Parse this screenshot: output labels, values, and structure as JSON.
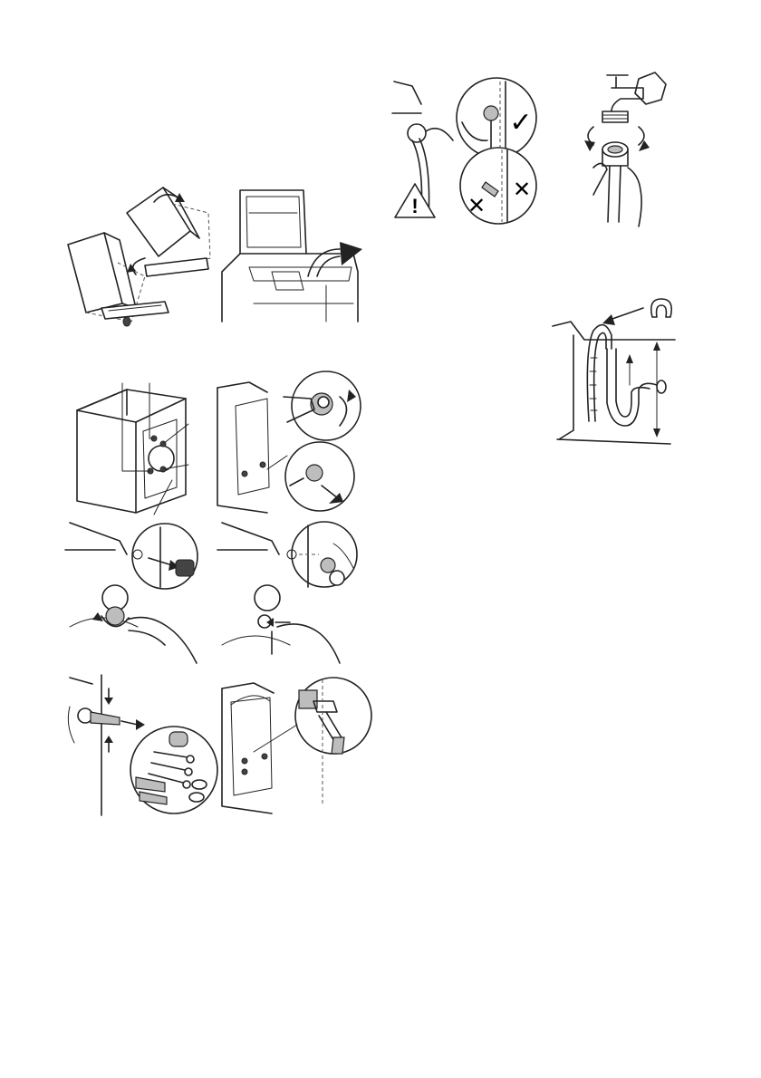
{
  "document": {
    "type": "installation-illustrations",
    "figures": [
      {
        "id": "remove-packaging",
        "icon": "tilt-appliance-remove-base"
      },
      {
        "id": "open-lid-remove-polystyrene",
        "icon": "lid-open-remove-packing"
      },
      {
        "id": "rear-transit-bolts",
        "icon": "rear-panel-bolts-callouts"
      },
      {
        "id": "unscrew-bolts",
        "icon": "spanner-unscrew-bolt"
      },
      {
        "id": "pull-spacer",
        "icon": "pull-plastic-spacer"
      },
      {
        "id": "insert-caps",
        "icon": "insert-plastic-caps"
      },
      {
        "id": "remove-bolt-assembly",
        "icon": "bolt-assembly-kit"
      },
      {
        "id": "cut-hook",
        "icon": "cut-plastic-hook"
      },
      {
        "id": "inlet-hose-orientation",
        "icon": "inlet-hose-correct-incorrect"
      },
      {
        "id": "tap-connection",
        "icon": "tap-hose-connection"
      },
      {
        "id": "drain-hose-height",
        "icon": "drain-hose-siphon"
      }
    ],
    "labels": {
      "warning": "!",
      "correct": "✓",
      "incorrect": "✕"
    }
  }
}
